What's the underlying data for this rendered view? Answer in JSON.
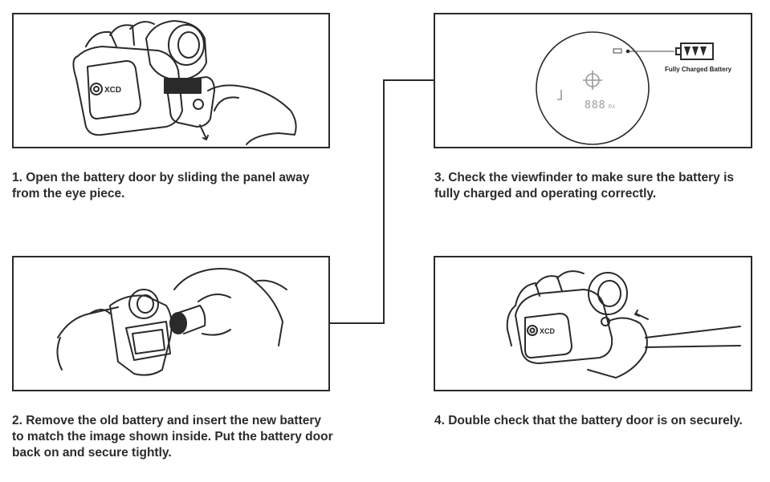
{
  "steps": [
    {
      "caption": "1. Open the battery door by sliding the panel away from the eye piece."
    },
    {
      "caption": "2. Remove the old battery and insert the new battery to match the image shown inside. Put the battery door back on and secure tightly."
    },
    {
      "caption": "3. Check the viewfinder to make sure the battery is fully charged and operating correctly."
    },
    {
      "caption": "4. Double check that the battery door is on securely."
    }
  ],
  "viewfinder": {
    "battery_label": "Fully Charged Battery",
    "distance_readout": "888",
    "unit": "Yd"
  },
  "colors": {
    "line": "#2a2a2a",
    "text": "#2b2b2b",
    "readout": "#9a9a9a"
  }
}
